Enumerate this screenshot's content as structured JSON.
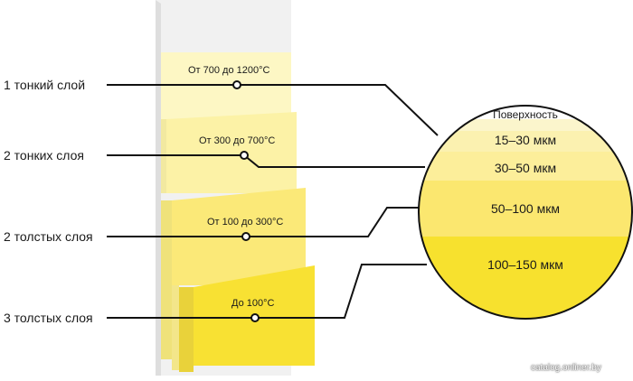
{
  "layers": [
    {
      "label": "1 тонкий слой",
      "temp": "От 700 до 1200°С"
    },
    {
      "label": "2 тонких слоя",
      "temp": "От 300 до 700°С"
    },
    {
      "label": "2 толстых слоя",
      "temp": "От 100 до 300°С"
    },
    {
      "label": "3 толстых слоя",
      "temp": "До 100°С"
    }
  ],
  "circle": {
    "title": "Поверхность",
    "bands": [
      "15–30 мкм",
      "30–50 мкм",
      "50–100 мкм",
      "100–150 мкм"
    ]
  },
  "colors": {
    "wall_back": "#ececec",
    "layer1": "#fdf7c4",
    "layer2": "#fcf2a6",
    "layer3": "#fbe978",
    "layer4": "#f8e133",
    "band_top": "#fbf5cc",
    "band1": "#fbf1b0",
    "band2": "#fcee9a",
    "band3": "#fbe76f",
    "band4": "#f7e12e",
    "line": "#111111"
  },
  "watermark": "catalog.onliner.by"
}
